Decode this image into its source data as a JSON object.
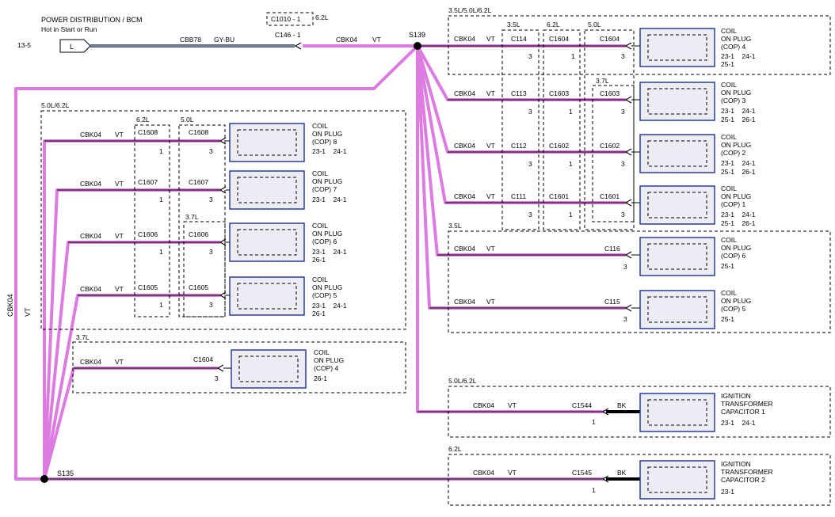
{
  "colors": {
    "wire_violet": "#dd7be0",
    "wire_black": "#000000",
    "wire_graybu": "#53596a",
    "component_border": "#1f2f9a",
    "component_fill": "#ececf4"
  },
  "header": {
    "title": "POWER DISTRIBUTION / BCM",
    "subtitle": "Hot in Start or Run",
    "page_ref": "13-5",
    "connector_pin": "L",
    "input_circuit": "CBB78",
    "input_color": "GY-BU",
    "c1010_label": "C1010 - 1",
    "c1010_engine": "6.2L",
    "c146_label": "C146 - 1",
    "main_circuit": "CBK04",
    "main_color": "VT"
  },
  "splices": {
    "s139": "S139",
    "s135": "S135"
  },
  "left_bus": {
    "circuit": "CBK04",
    "color": "VT"
  },
  "right_group_cop4": {
    "box_label": "3.5L/5.0L/6.2L",
    "sub_35": "3.5L",
    "sub_62": "6.2L",
    "sub_50": "5.0L",
    "circuit": "CBK04",
    "color": "VT",
    "c_35": "C114",
    "c_62": "C1604",
    "c_50": "C1604",
    "pin_35": "3",
    "pin_62": "1",
    "pin_50": "3",
    "comp": [
      "COIL",
      "ON PLUG",
      "(COP) 4",
      "23-1    24-1",
      "25-1"
    ]
  },
  "right_group_37": {
    "box_label": "3.7L",
    "rows": [
      {
        "circuit": "CBK04",
        "color": "VT",
        "c_35": "C113",
        "c_62": "C1603",
        "c_37": "C1603",
        "pin_35": "3",
        "pin_62": "1",
        "pin_37": "3",
        "comp": [
          "COIL",
          "ON PLUG",
          "(COP) 3",
          "23-1    24-1",
          "25-1    26-1"
        ]
      },
      {
        "circuit": "CBK04",
        "color": "VT",
        "c_35": "C112",
        "c_62": "C1602",
        "c_37": "C1602",
        "pin_35": "3",
        "pin_62": "1",
        "pin_37": "3",
        "comp": [
          "COIL",
          "ON PLUG",
          "(COP) 2",
          "23-1    24-1",
          "25-1    26-1"
        ]
      },
      {
        "circuit": "CBK04",
        "color": "VT",
        "c_35": "C111",
        "c_62": "C1601",
        "c_37": "C1601",
        "pin_35": "3",
        "pin_62": "1",
        "pin_37": "3",
        "comp": [
          "COIL",
          "ON PLUG",
          "(COP) 1",
          "23-1    24-1",
          "25-1    26-1"
        ]
      }
    ]
  },
  "right_group_35": {
    "box_label": "3.5L",
    "rows": [
      {
        "circuit": "CBK04",
        "color": "VT",
        "connector": "C116",
        "pin": "3",
        "comp": [
          "COIL",
          "ON PLUG",
          "(COP) 6",
          "25-1"
        ]
      },
      {
        "circuit": "CBK04",
        "color": "VT",
        "connector": "C115",
        "pin": "3",
        "comp": [
          "COIL",
          "ON PLUG",
          "(COP) 5",
          "25-1"
        ]
      }
    ]
  },
  "right_group_cap1": {
    "box_label": "5.0L/6.2L",
    "circuit": "CBK04",
    "color": "VT",
    "connector": "C1544",
    "pin": "1",
    "wire_color": "BK",
    "comp": [
      "IGNITION",
      "TRANSFORMER",
      "CAPACITOR 1",
      "23-1    24-1"
    ]
  },
  "right_group_cap2": {
    "box_label": "6.2L",
    "circuit": "CBK04",
    "color": "VT",
    "connector": "C1545",
    "pin": "1",
    "wire_color": "BK",
    "comp": [
      "IGNITION",
      "TRANSFORMER",
      "CAPACITOR 2",
      "23-1"
    ]
  },
  "left_group_main": {
    "box_label": "5.0L/6.2L",
    "sub_62": "6.2L",
    "sub_50": "5.0L",
    "sub_37": "3.7L",
    "rows": [
      {
        "circuit": "CBK04",
        "color": "VT",
        "c_62": "C1608",
        "c_50": "C1608",
        "pin_62": "1",
        "pin_50": "3",
        "comp": [
          "COIL",
          "ON PLUG",
          "(COP) 8",
          "23-1    24-1"
        ]
      },
      {
        "circuit": "CBK04",
        "color": "VT",
        "c_62": "C1607",
        "c_50": "C1607",
        "pin_62": "1",
        "pin_50": "3",
        "comp": [
          "COIL",
          "ON PLUG",
          "(COP) 7",
          "23-1    24-1"
        ]
      },
      {
        "circuit": "CBK04",
        "color": "VT",
        "c_62": "C1606",
        "c_50": "C1606",
        "pin_62": "1",
        "pin_50": "3",
        "comp": [
          "COIL",
          "ON PLUG",
          "(COP) 6",
          "23-1    24-1",
          "26-1"
        ]
      },
      {
        "circuit": "CBK04",
        "color": "VT",
        "c_62": "C1605",
        "c_50": "C1605",
        "pin_62": "1",
        "pin_50": "3",
        "comp": [
          "COIL",
          "ON PLUG",
          "(COP) 5",
          "23-1    24-1",
          "26-1"
        ]
      }
    ]
  },
  "left_group_37": {
    "box_label": "3.7L",
    "circuit": "CBK04",
    "color": "VT",
    "connector": "C1604",
    "pin": "3",
    "comp": [
      "COIL",
      "ON PLUG",
      "(COP) 4",
      "26-1"
    ]
  }
}
